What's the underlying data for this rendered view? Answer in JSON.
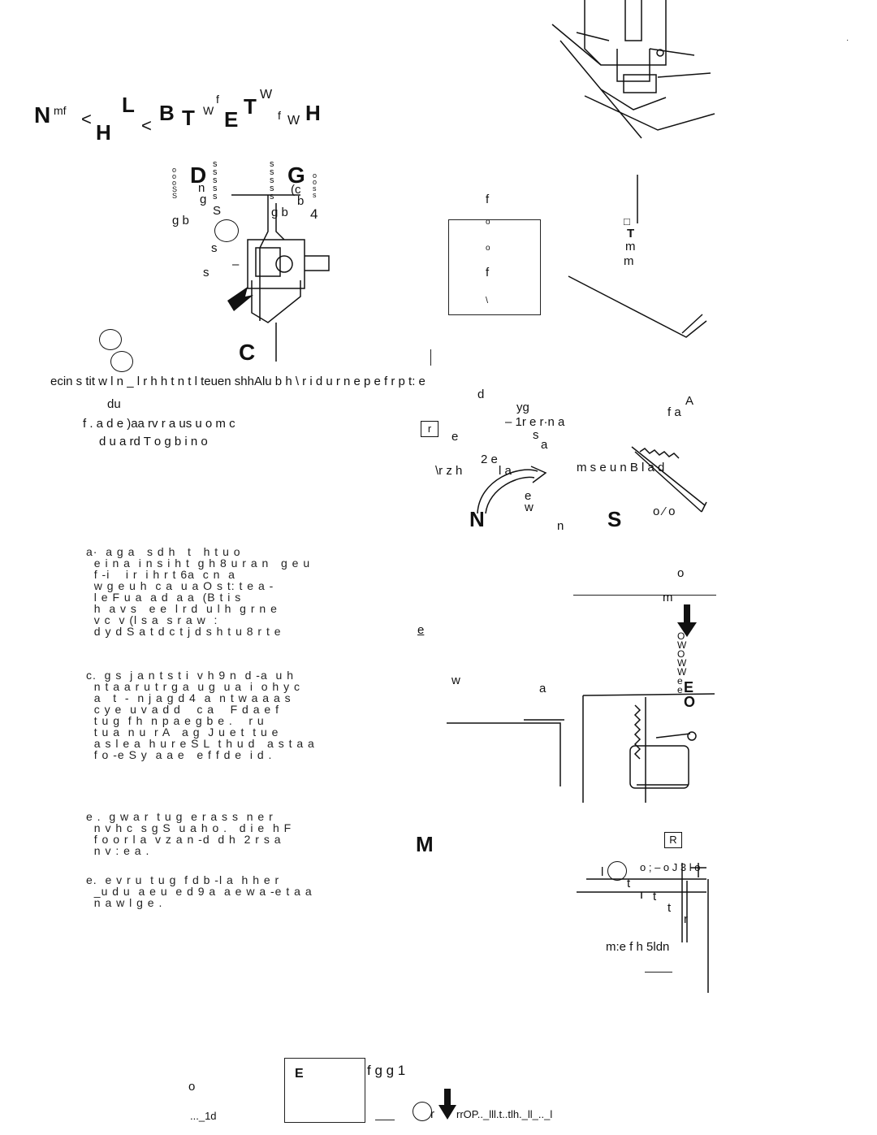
{
  "heading": {
    "glyphs": [
      "N",
      "mf",
      "<",
      "H",
      "L",
      "<",
      "B",
      "T",
      "W",
      "f",
      "E",
      "T",
      "W",
      "f",
      "W",
      "H"
    ]
  },
  "figure_labels": {
    "top_left": {
      "D": "D",
      "G": "G",
      "C": "C",
      "n": "n",
      "g": "g",
      "gb_left": "g b",
      "gb_right": "g b",
      "b": "b",
      "c": "(c",
      "S": "S",
      "s1": "s",
      "s2": "s",
      "four": "4",
      "dash": "–"
    },
    "middle_box": {
      "f1": "f",
      "o1": "o",
      "o2": "o",
      "f2": "f",
      "back": "\\"
    },
    "right_fig": {
      "box": "□",
      "T": "T",
      "m1": "m",
      "m2": "m",
      "bar": "|"
    },
    "sequence": {
      "r_box": "r",
      "e": "e",
      "s_a": "s",
      "a1": "a",
      "yg": "yg",
      "frn": "– 1r  e  r·n a",
      "fa": "f a",
      "A": "A",
      "rzh": "\\r  z h",
      "two_e": "2 e",
      "la": "l a",
      "ms": "m s e u n  B l a d",
      "N": "N",
      "S": "S",
      "ew": "e\nw",
      "n": "n",
      "oo": "o ⁄ o"
    },
    "lower_right": {
      "o": "o",
      "m": "m",
      "e_pin": "e",
      "w": "w",
      "a": "a",
      "stack": "O\nW\nO\nW\nW\ne\ne",
      "E": "E",
      "O": "O"
    },
    "measure": {
      "M": "M",
      "R": "R",
      "l": "l",
      "o_scale": "o ;  – o J 3 l o",
      "t1": "t",
      "t2": "t",
      "t3": "t",
      "r": "r",
      "caption": "m:e f h 5ldn"
    }
  },
  "ocr_text": {
    "main_line": "ecin s tit    w l  n  _ l r h   h t n t l teuen shhAlu b  h \\ r i d u r  n  e p  e f r   p t: e",
    "du": "du",
    "d": "d",
    "f_line": "f .  a d e )aa rv   r a us   u o m c",
    "d_line": "d u a rd T o g b  i     n   o",
    "para_a": "a·  a g a   s d h   t   h t u o\n  e i n a  i n s i h t  g h 8 u r a n   g e u\n  f -i    i r  i h r t 6a  c n  a\n  w g e u h  c a  u a O s t: t e a -\n  l e F u a  a d  a a  (B t i s\n  h  a v s   e e  l r d  u l h  g r n e\n  v c  v (l s a  s r a w  :\n  d y d S a t d c t j d s h t u 8 r t e",
    "para_c": "c.  g s  j a n t s t i  v h 9 n  d -a  u h\n  n t a a r u t r g a  u g  u a  i  o h y c\n  a   t  -  n j a g d 4  a  n t w a a a s\n  c y e  u v a d d    c a    F d a e f\n  t u g  f h  n p a e g b e .    r u\n  t u a  n u  r A   a g  J u e t  t u e\n  a s l e a  h u r e S L  t h u d   a s t a a\n  f o -e S y  a a e   e f f d e  i d .",
    "para_e1": "e .  g w a r  t u g  e r a s s  n e r\n  n v h c  s g S  u a h o .   d i e  h F\n  f o o r l a  v z a n -d  d h  2 r s a\n  n v : e a .",
    "para_e2": "e.  e v r u  t u g  f d b -l a  h h e r\n  _u d u  a e u  e d 9 a  a e w a -e t a a\n  n a w l g e ."
  },
  "footer": {
    "o": "o",
    "id": "..._1d",
    "box_label": "E",
    "fgg": "f g g 1",
    "r": "r",
    "garble": "rrOP.._lll.t..tlh._ll_.._l"
  },
  "colors": {
    "ink": "#111111",
    "paper": "#ffffff"
  }
}
